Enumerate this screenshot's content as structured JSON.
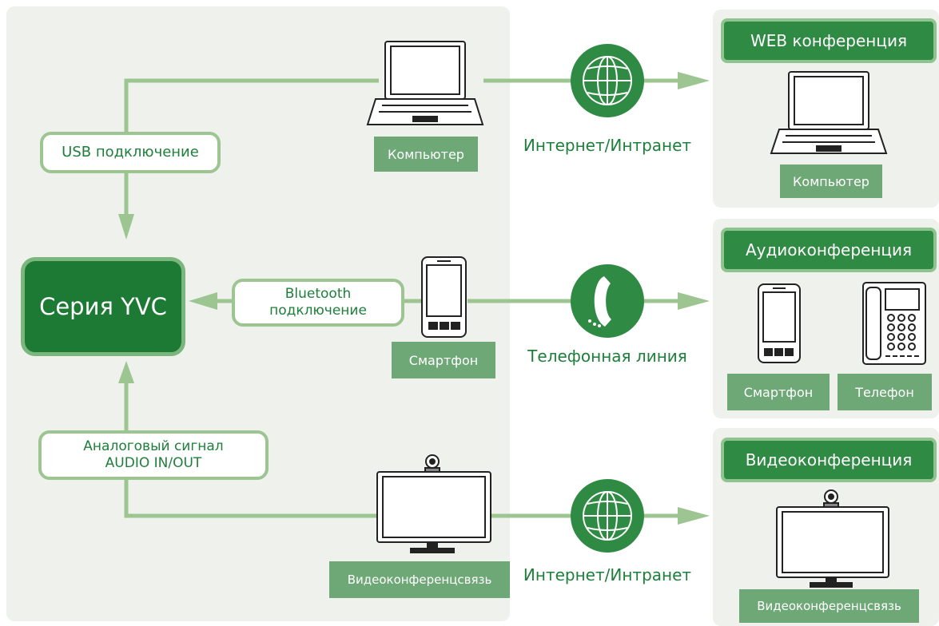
{
  "center": {
    "label": "Серия YVC"
  },
  "connections": {
    "usb": "USB подключение",
    "bluetooth_line1": "Bluetooth",
    "bluetooth_line2": "подключение",
    "analog_line1": "Аналоговый сигнал",
    "analog_line2": "AUDIO IN/OUT"
  },
  "devices": {
    "computer": "Компьютер",
    "smartphone": "Смартфон",
    "videoconf": "Видеоконференцсвязь"
  },
  "networks": {
    "internet_top": "Интернет/Интранет",
    "phone_line": "Телефонная линия",
    "internet_bottom": "Интернет/Интранет"
  },
  "targets": {
    "web": {
      "title": "WEB конференция",
      "device": "Компьютер"
    },
    "audio": {
      "title": "Аудиоконференция",
      "device1": "Смартфон",
      "device2": "Телефон"
    },
    "video": {
      "title": "Видеоконференция",
      "device": "Видеоконференцсвязь"
    }
  },
  "colors": {
    "dark_green": "#1d7a34",
    "header_green": "#2f8a43",
    "light_green": "#9dc591",
    "badge_green": "#6fa877",
    "panel_bg": "#eef1ec",
    "text_green": "#1e7f3a"
  },
  "icons": [
    "laptop-icon",
    "smartphone-icon",
    "monitor-camera-icon",
    "globe-icon",
    "phone-handset-icon",
    "desk-phone-icon"
  ]
}
